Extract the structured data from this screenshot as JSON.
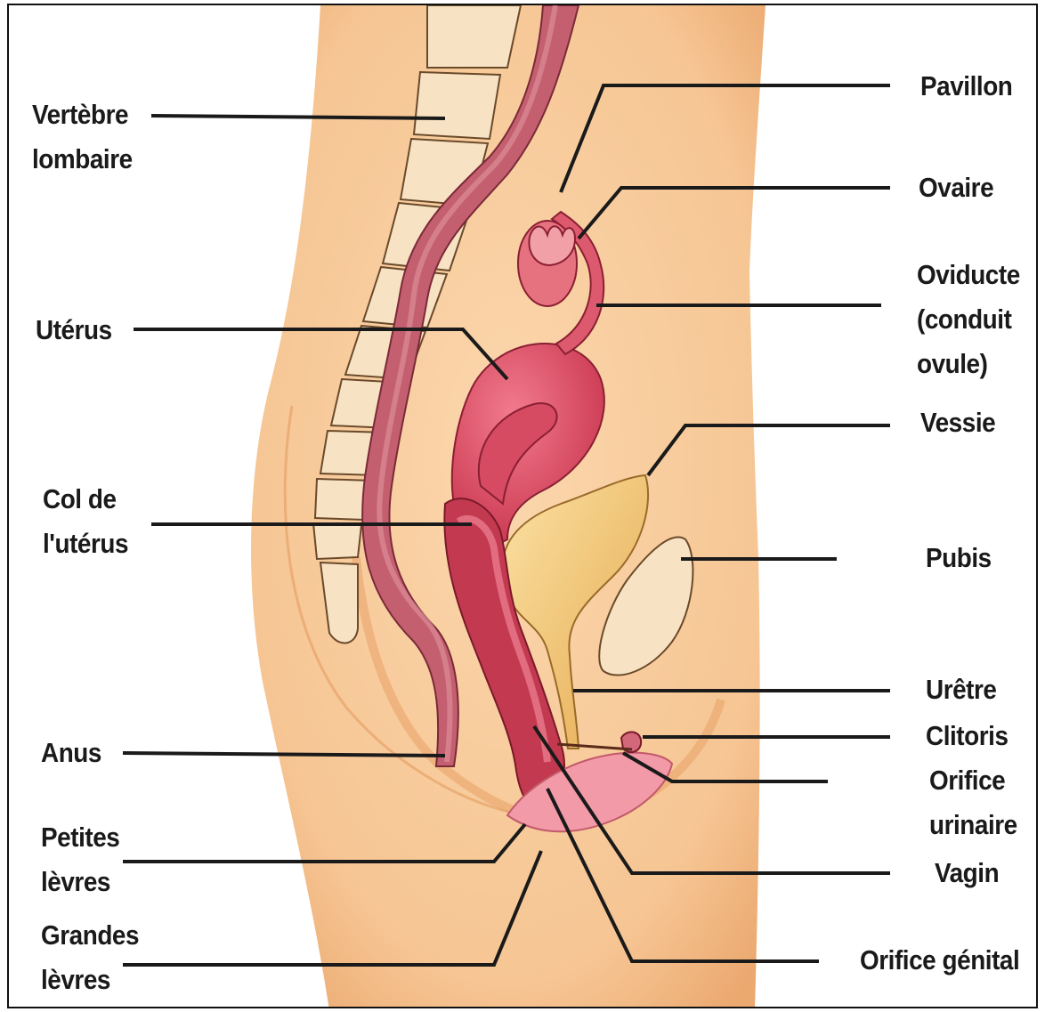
{
  "labels": {
    "vertebre": [
      "Vertèbre",
      "lombaire"
    ],
    "uterus": "Utérus",
    "col": [
      "Col de",
      "l'utérus"
    ],
    "anus": "Anus",
    "petites": [
      "Petites",
      "lèvres"
    ],
    "grandes": [
      "Grandes",
      "lèvres"
    ],
    "pavillon": "Pavillon",
    "ovaire": "Ovaire",
    "oviducte": [
      "Oviducte",
      "(conduit",
      "ovule)"
    ],
    "vessie": "Vessie",
    "pubis": "Pubis",
    "uretre": "Urêtre",
    "clitoris": "Clitoris",
    "orifice_urinaire": [
      "Orifice",
      "urinaire"
    ],
    "vagin": "Vagin",
    "orifice_genital": "Orifice génital"
  },
  "colors": {
    "skin": "#f7c898",
    "skin_shadow": "#e9a86e",
    "bone": "#f7e3c4",
    "rectum": "#c05a6a",
    "uterus": "#e35a70",
    "bladder": "#f4c468",
    "vulva": "#f39aa7"
  }
}
